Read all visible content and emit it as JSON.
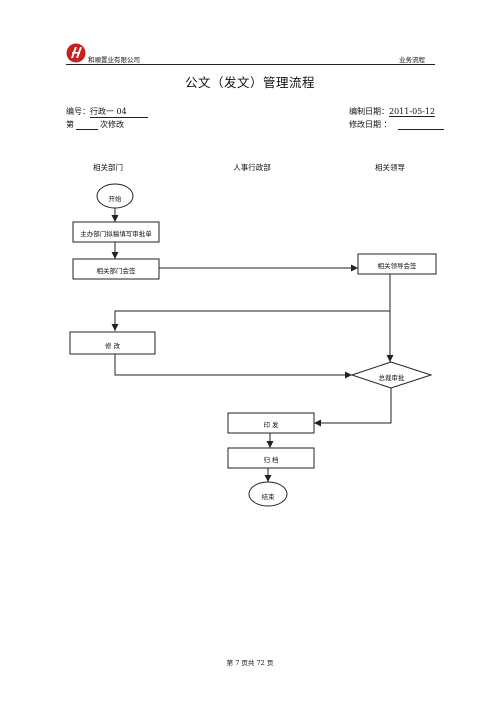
{
  "header": {
    "company": "和順置业有限公司",
    "section": "业务流程"
  },
  "document": {
    "title": "公文（发文）管理流程",
    "number_label": "编号：",
    "number_value": "行政一  04",
    "revision_prefix": "第",
    "revision_suffix": "次修改",
    "compile_date_label": "编制日期：",
    "compile_date_value": "2011-05-12",
    "modify_date_label": "修改日期 ："
  },
  "lanes": [
    "相关部门",
    "人事行政部",
    "相关领导"
  ],
  "flow": {
    "start": "开始",
    "draft": "主办部门拟稿填写审批单",
    "dept_sign": "相关部门会签",
    "leader_sign": "相关领导会签",
    "revise": "修    改",
    "gm_approve": "总裁审批",
    "issue": "印    发",
    "archive": "归    档",
    "end": "结束"
  },
  "footer": {
    "page": "第 7 页共 72 页"
  },
  "colors": {
    "line": "#222222",
    "logo": "#c8201e"
  }
}
